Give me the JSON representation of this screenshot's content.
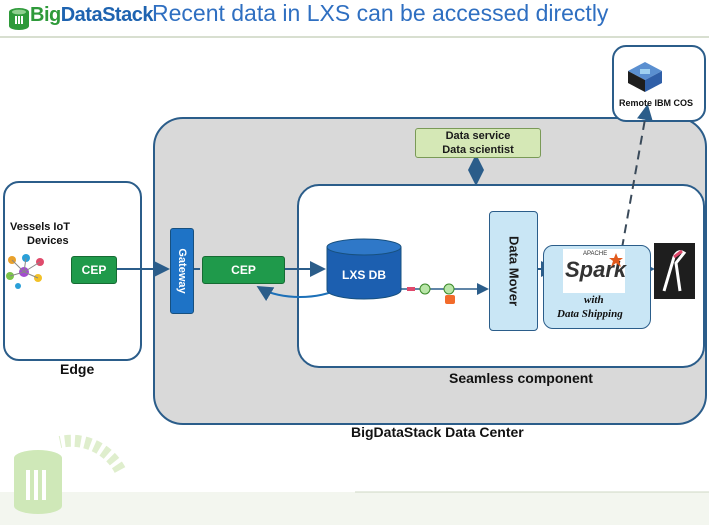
{
  "header": {
    "logo_text_big": "Big",
    "logo_text_rest": "DataStack",
    "title": "Recent data in LXS can be accessed directly"
  },
  "edge": {
    "label": "Edge",
    "source_line1": "Vessels IoT",
    "source_line2": "Devices",
    "cep_label": "CEP"
  },
  "datacenter": {
    "label": "BigDataStack Data Center",
    "gateway_label": "Gateway",
    "cep_label": "CEP",
    "data_service_line1": "Data service",
    "data_service_line2": "Data scientist"
  },
  "seamless": {
    "label": "Seamless component",
    "lxs_label": "LXS DB",
    "data_mover_label": "Data Mover",
    "spark_apache": "APACHE",
    "spark_name": "Spark",
    "spark_with": "with",
    "spark_shipping": "Data Shipping"
  },
  "remote": {
    "label": "Remote IBM COS"
  },
  "colors": {
    "border": "#2b5d8a",
    "green": "#1f9a4b",
    "gateway_blue": "#1e73c6",
    "db_blue": "#1c5fb0",
    "light_blue": "#c9e6f5",
    "light_green": "#d5e8b6",
    "dc_gray": "#d9d9d9"
  }
}
